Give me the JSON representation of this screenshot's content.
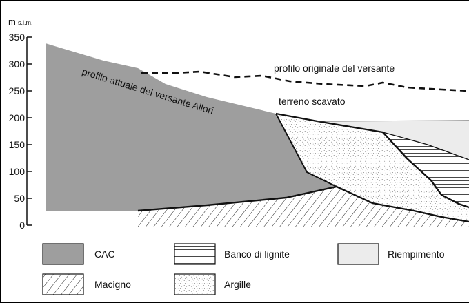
{
  "axis": {
    "unit_main": "m",
    "unit_sub": "s.l.m.",
    "ticks": [
      {
        "label": "350",
        "value": 350
      },
      {
        "label": "300",
        "value": 300
      },
      {
        "label": "250",
        "value": 250
      },
      {
        "label": "200",
        "value": 200
      },
      {
        "label": "150",
        "value": 150
      },
      {
        "label": "100",
        "value": 100
      },
      {
        "label": "50",
        "value": 50
      },
      {
        "label": "0",
        "value": 0
      }
    ]
  },
  "labels": {
    "original_profile": "profilo originale del versante",
    "current_profile": "profilo attuale del versante Allori",
    "excavated": "terreno scavato"
  },
  "legend": {
    "cac": "CAC",
    "lignite": "Banco di lignite",
    "fill": "Riempimento",
    "macigno": "Macigno",
    "argille": "Argille"
  },
  "colors": {
    "cac": "#9e9e9e",
    "fill": "#ececec",
    "line": "#111111"
  }
}
